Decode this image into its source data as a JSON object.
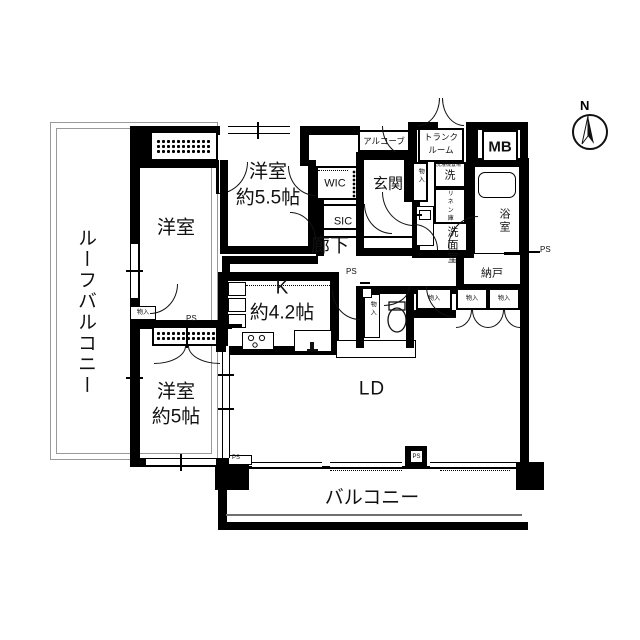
{
  "plan": {
    "type": "japanese-apartment-floorplan",
    "orientation_label": "N",
    "compass_icon": "north-arrow-icon"
  },
  "rooms": {
    "roof_balcony": "ルーフバルコニー",
    "balcony": "バルコニー",
    "western_room_left": "洋室",
    "western_room_top": "洋室",
    "western_room_top_size": "約5.5帖",
    "western_room_bottom": "洋室",
    "western_room_bottom_size": "約5帖",
    "kitchen": "K",
    "kitchen_size": "約4.2帖",
    "living_dining": "LD",
    "corridor": "廊下",
    "entrance": "玄関",
    "alcove": "アルコーブ",
    "trunk_room": "トランク\nルーム",
    "trunk_room_line1": "トランク",
    "trunk_room_line2": "ルーム",
    "meter_box": "MB",
    "wic": "WIC",
    "sic": "SIC",
    "bathroom": "浴室",
    "washroom": "洗面室",
    "linen_closet": "リネン庫",
    "washer_space": "洗濯機置場",
    "storeroom": "納戸"
  },
  "closets": {
    "label": "物入",
    "items": [
      "物入",
      "物入",
      "物入",
      "物入",
      "物入",
      "物入"
    ]
  },
  "pipe_shafts": {
    "label": "PS",
    "items": [
      "PS",
      "PS",
      "PS",
      "PS",
      "PS",
      "PS"
    ]
  },
  "fixtures": {
    "stove": "gas-stove-icon",
    "sink": "kitchen-sink-icon",
    "bathtub": "bathtub-icon",
    "toilet": "toilet-icon",
    "vanity": "vanity-sink-icon"
  },
  "colors": {
    "wall": "#000000",
    "background": "#ffffff",
    "rail": "#6f6f6f",
    "text": "#111111"
  }
}
